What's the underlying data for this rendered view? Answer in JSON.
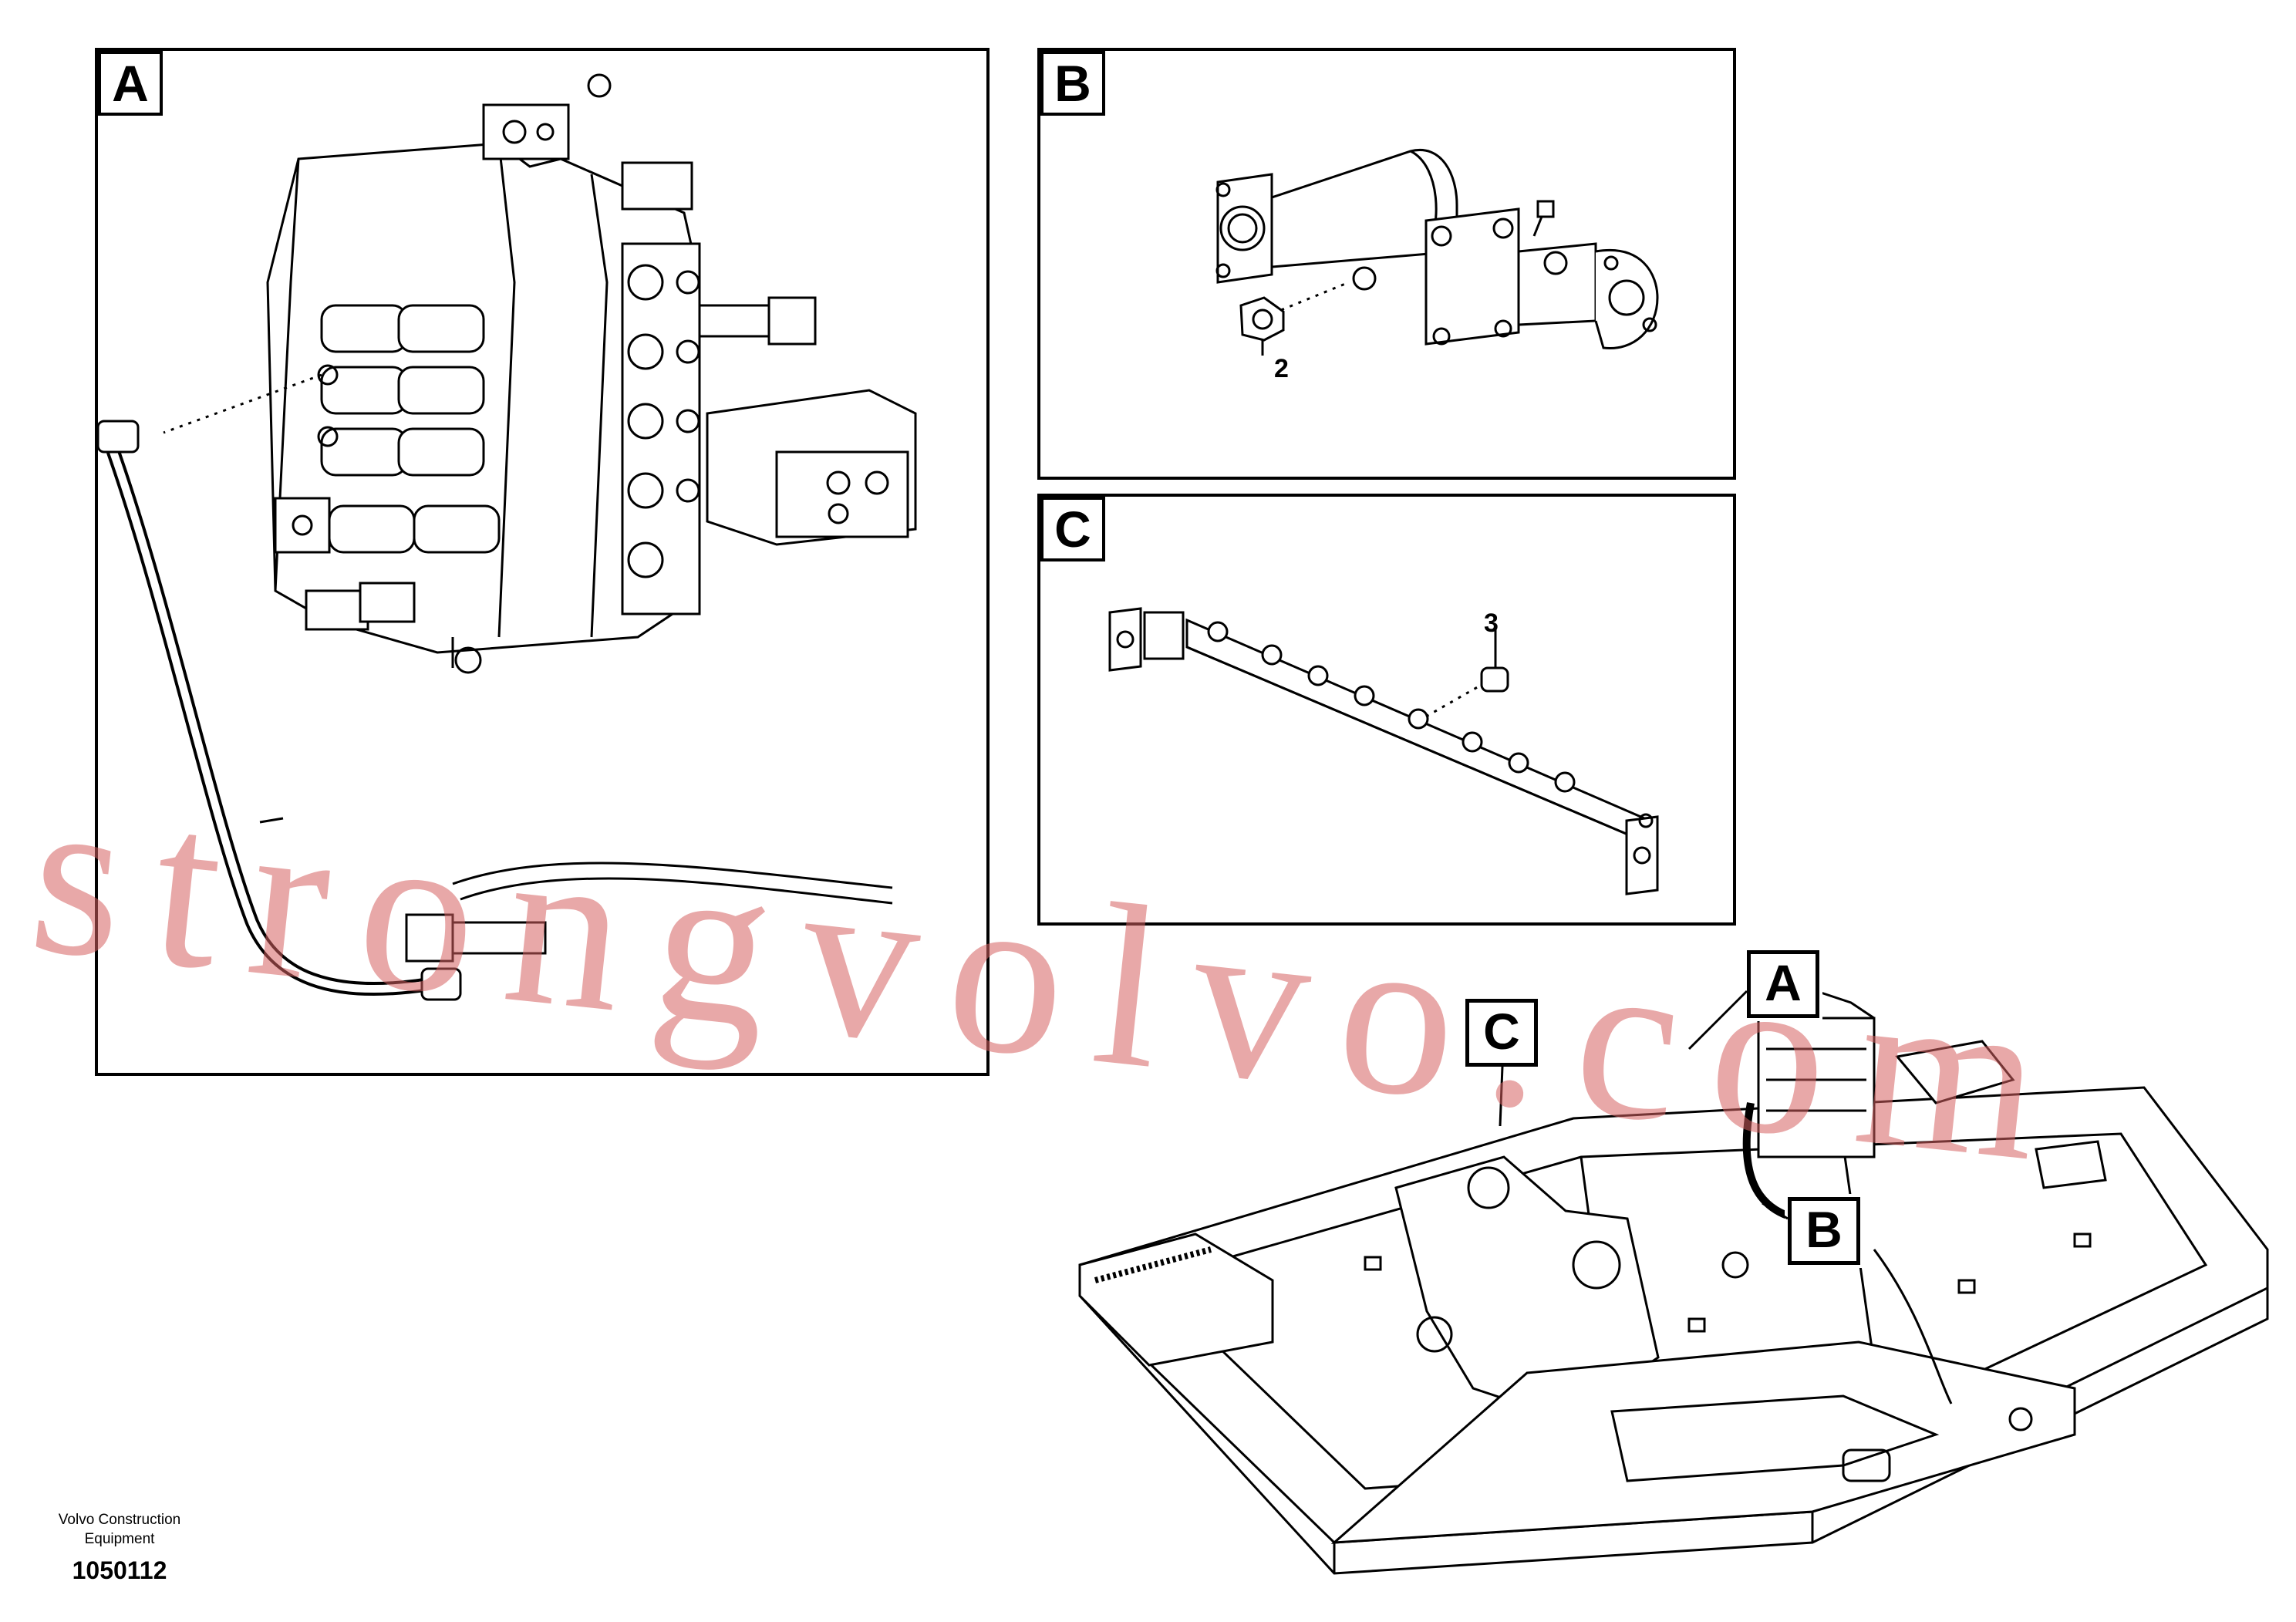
{
  "panels": {
    "a": {
      "label": "A"
    },
    "b": {
      "label": "B",
      "part_number": "2"
    },
    "c": {
      "label": "C",
      "part_number": "3"
    }
  },
  "callouts": {
    "a": "A",
    "b": "B",
    "c": "C"
  },
  "footer": {
    "brand": "Volvo Construction Equipment",
    "drawing_number": "1050112"
  },
  "watermark": "strongvolvo.com",
  "colors": {
    "line": "#000000",
    "watermark": "#d66060",
    "background": "#ffffff"
  }
}
